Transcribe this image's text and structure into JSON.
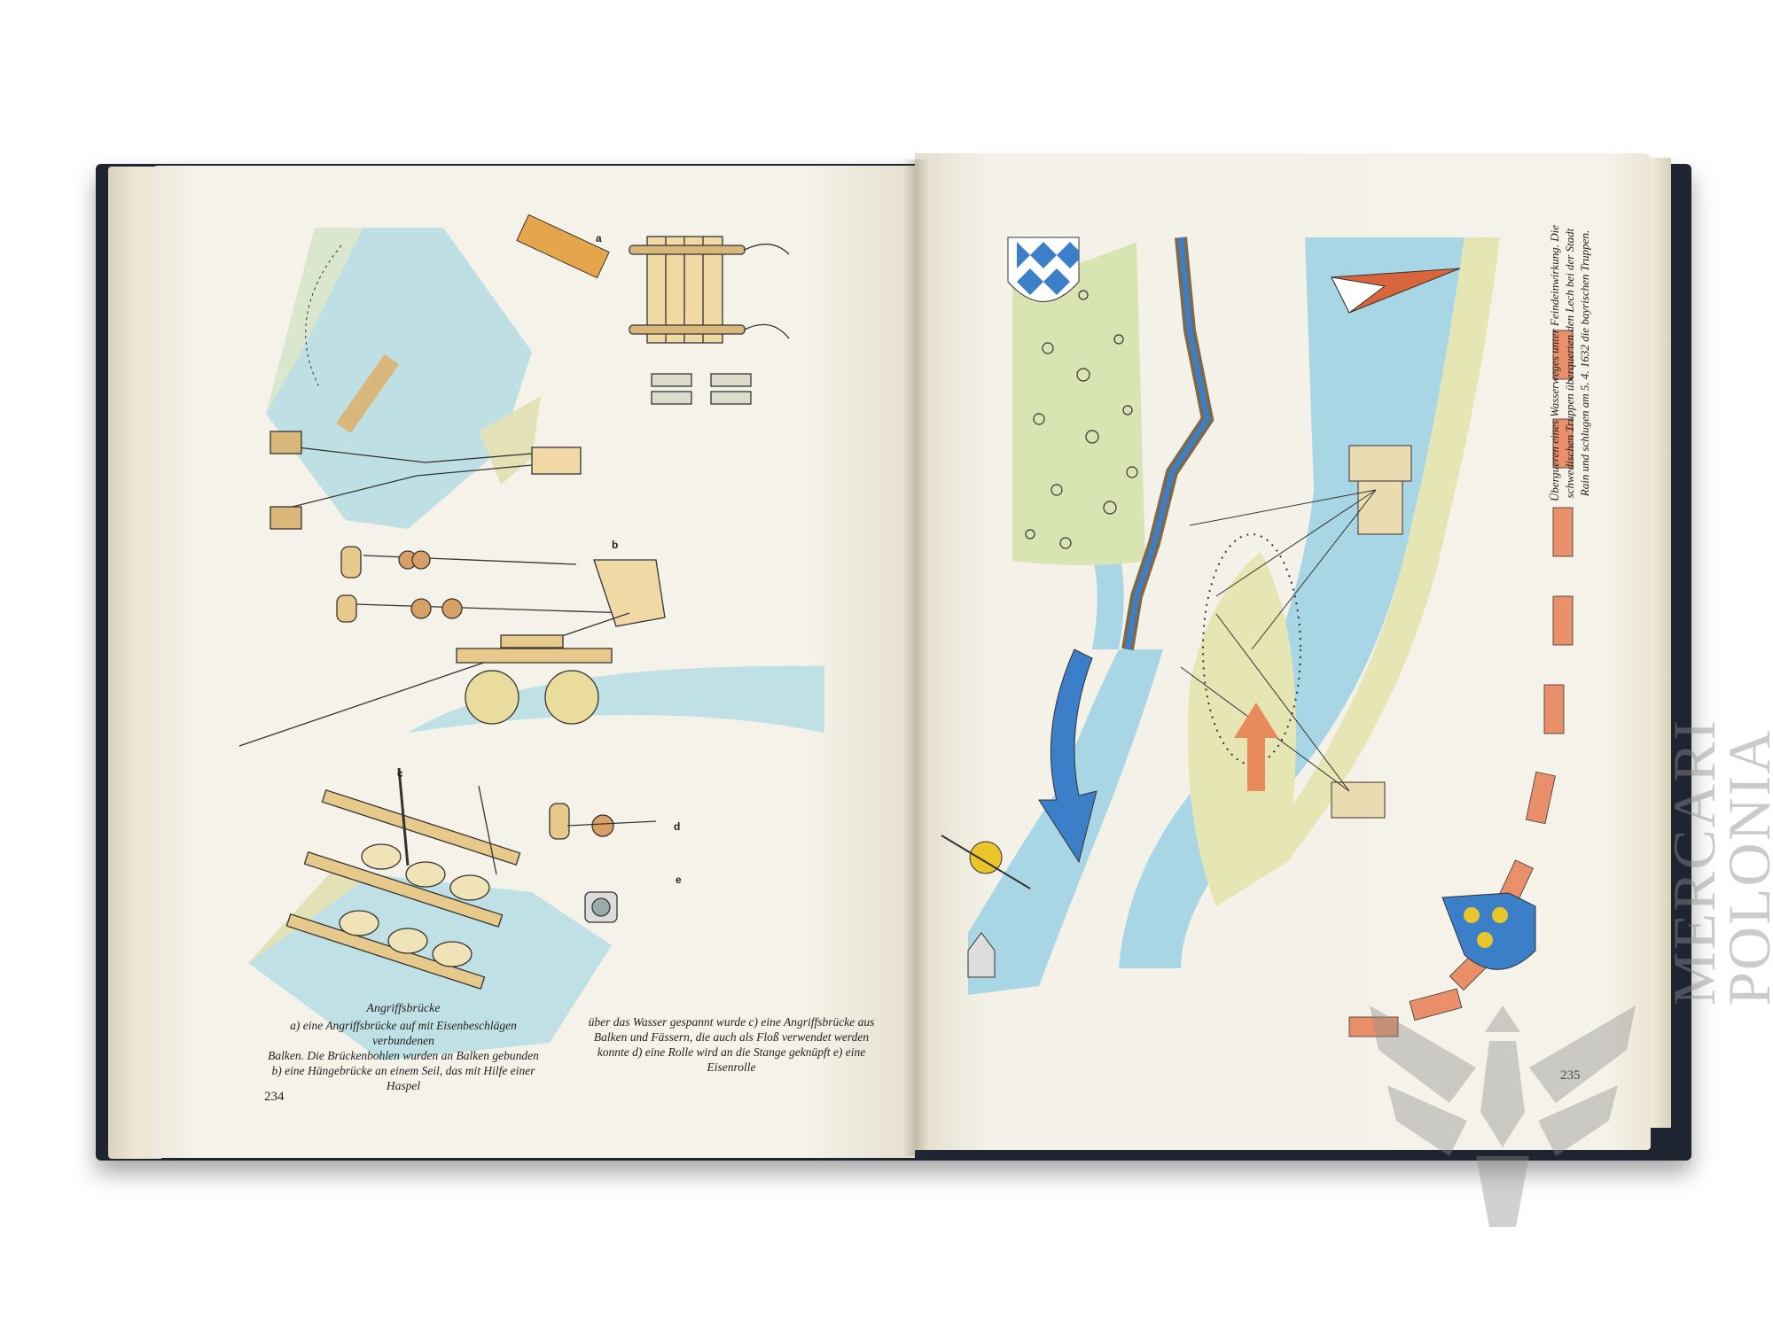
{
  "left_page": {
    "figure_labels": [
      "a",
      "b",
      "c",
      "d",
      "e"
    ],
    "caption_title": "Angriffsbrücke",
    "caption_lines": [
      "a) eine Angriffsbrücke auf mit Eisenbeschlägen verbundenen",
      "Balken. Die Brückenbohlen wurden an Balken gebunden",
      "b) eine Hängebrücke an einem Seil, das mit Hilfe einer Haspel"
    ],
    "caption_col2_lines": [
      "über das Wasser gespannt wurde    c) eine Angriffsbrücke aus",
      "Balken und Fässern, die auch als Floß verwendet werden",
      "konnte    d) eine Rolle wird an die Stange geknüpft    e) eine",
      "Eisenrolle"
    ],
    "page_number": "234"
  },
  "right_page": {
    "side_caption_lines": [
      "Übergueren eines Wasserweges unter Feindeinwirkung. Die",
      "schwedischen Truppen überquerten den Lech bei der Stadt",
      "Rain und schlugen am 5. 4. 1632 die bayrischen Truppen."
    ],
    "page_number": "235"
  },
  "watermark": {
    "lines": [
      "MERCARI",
      "POLONIA"
    ]
  },
  "colors": {
    "water": "#a9d6df",
    "river": "#8fc3dc",
    "wood": "#e8c98c",
    "red_arrow": "#d9663b",
    "swedish_blue": "#3b7fc9",
    "gold": "#e9c52a"
  }
}
